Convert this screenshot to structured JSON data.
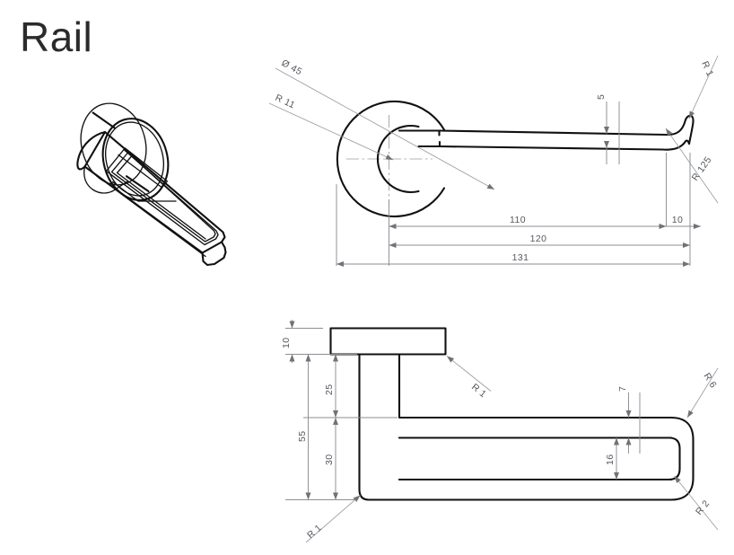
{
  "document": {
    "title": "Rail",
    "sheet_background": "#ffffff",
    "line_color": "#111111",
    "dimension_color": "#7a7d82",
    "dimension_text_color": "#55595e",
    "title_color": "#2b2b2b"
  },
  "views": [
    {
      "id": "isometric-view",
      "name": "Isometric Pictorial View",
      "position": "top-left",
      "description": "3D isometric rendering of the wall-mounted rail with round flange and open rectangular loop"
    },
    {
      "id": "top-view",
      "name": "Top / Plan View",
      "position": "top-right",
      "description": "Plan view showing circular flange with concentric bore and the straight rail arm with turned-down end"
    },
    {
      "id": "side-view",
      "name": "Side / Elevation View",
      "position": "bottom-right",
      "description": "Elevation showing the flange plate, vertical stem and the horizontal rail loop"
    }
  ],
  "top_view_dimensions": [
    {
      "id": "dia-45",
      "label": "Ø 45",
      "type": "diameter",
      "value": 45,
      "orientation": "leader",
      "target": "outer flange circle"
    },
    {
      "id": "r-11",
      "label": "R 11",
      "type": "radius",
      "value": 11,
      "orientation": "leader",
      "target": "inner bore circle"
    },
    {
      "id": "len-110",
      "label": "110",
      "type": "linear",
      "value": 110,
      "orientation": "horizontal",
      "target": "flange centre to start of end bend"
    },
    {
      "id": "len-120",
      "label": "120",
      "type": "linear",
      "value": 120,
      "orientation": "horizontal",
      "target": "flange centre to rail tip"
    },
    {
      "id": "len-131",
      "label": "131",
      "type": "linear",
      "value": 131,
      "orientation": "horizontal",
      "target": "overall length from flange edge"
    },
    {
      "id": "len-10",
      "label": "10",
      "type": "linear",
      "value": 10,
      "orientation": "horizontal",
      "target": "end bend length"
    },
    {
      "id": "wid-5",
      "label": "5",
      "type": "linear",
      "value": 5,
      "orientation": "vertical",
      "target": "rail plate thickness"
    },
    {
      "id": "r-1-top",
      "label": "R 1",
      "type": "radius",
      "value": 1,
      "orientation": "leader",
      "target": "tip corner fillet"
    },
    {
      "id": "r-125",
      "label": "R 125",
      "type": "radius",
      "value": 125,
      "orientation": "leader",
      "target": "sweep of the turned end"
    }
  ],
  "side_view_dimensions": [
    {
      "id": "h-10",
      "label": "10",
      "type": "linear",
      "value": 10,
      "orientation": "vertical",
      "target": "flange plate thickness"
    },
    {
      "id": "h-25",
      "label": "25",
      "type": "linear",
      "value": 25,
      "orientation": "vertical",
      "target": "flange underside to rail top"
    },
    {
      "id": "h-55",
      "label": "55",
      "type": "linear",
      "value": 55,
      "orientation": "vertical",
      "target": "overall height below flange"
    },
    {
      "id": "h-30",
      "label": "30",
      "type": "linear",
      "value": 30,
      "orientation": "vertical",
      "target": "rail top to bottom of loop"
    },
    {
      "id": "h-7",
      "label": "7",
      "type": "linear",
      "value": 7,
      "orientation": "vertical",
      "target": "rail section wall thickness"
    },
    {
      "id": "h-16",
      "label": "16",
      "type": "linear",
      "value": 16,
      "orientation": "vertical",
      "target": "inner slot height"
    },
    {
      "id": "r-1-side",
      "label": "R 1",
      "type": "radius",
      "value": 1,
      "orientation": "leader",
      "target": "flange plate corner"
    },
    {
      "id": "r-1-low",
      "label": "R 1",
      "type": "radius",
      "value": 1,
      "orientation": "leader",
      "target": "lower stem corner"
    },
    {
      "id": "r-6",
      "label": "R 6",
      "type": "radius",
      "value": 6,
      "orientation": "leader",
      "target": "outer end radius of loop"
    },
    {
      "id": "r-2",
      "label": "R 2",
      "type": "radius",
      "value": 2,
      "orientation": "leader",
      "target": "inner end radius of slot"
    }
  ]
}
